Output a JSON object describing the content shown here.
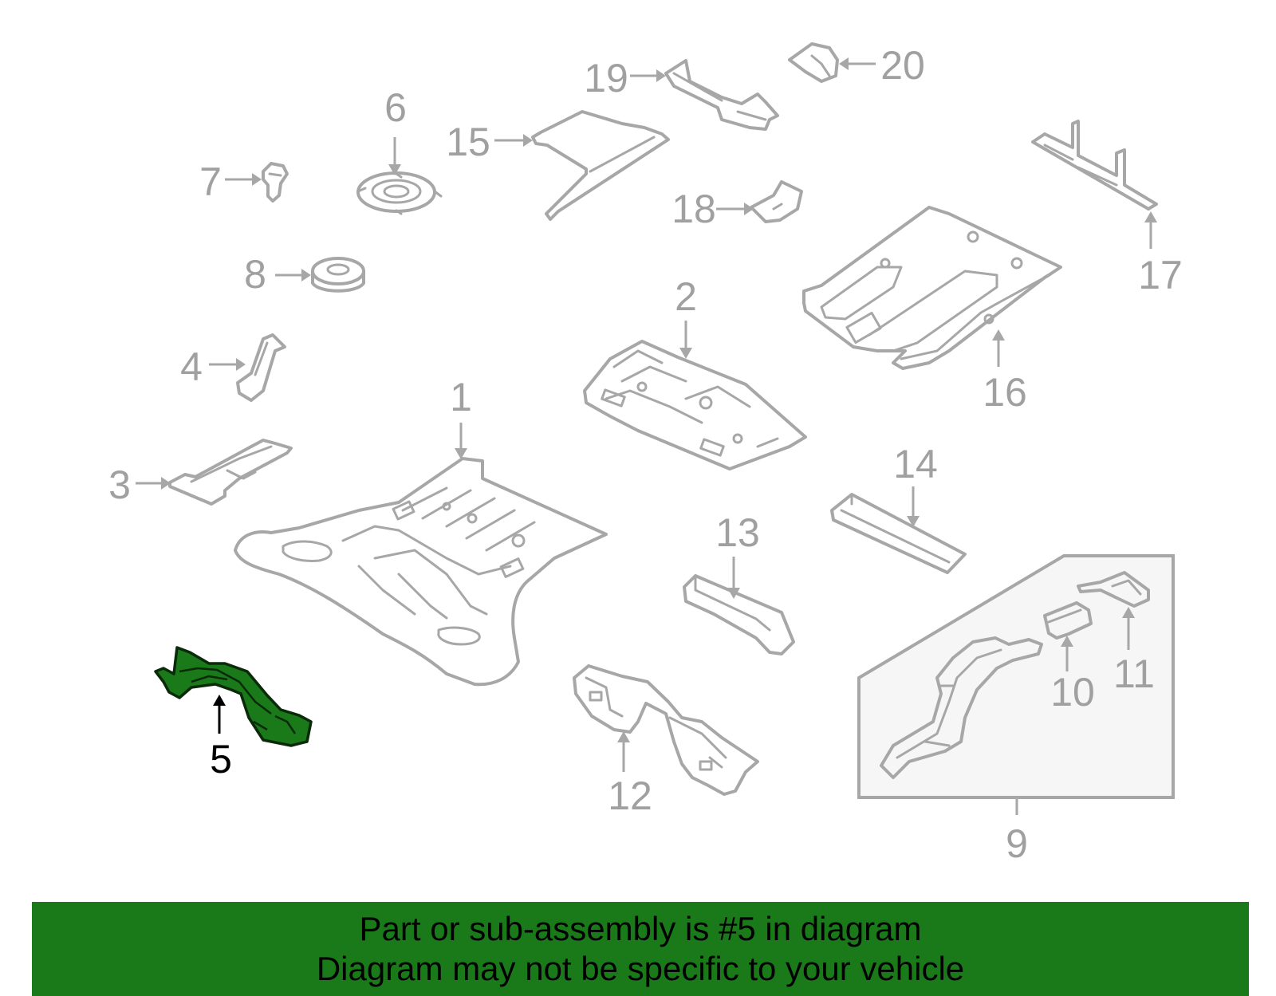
{
  "diagram": {
    "highlighted_callout": "5",
    "highlight_color": "#1a7a1a",
    "part_outline_color": "#a7a7a7",
    "callouts": {
      "c1": "1",
      "c2": "2",
      "c3": "3",
      "c4": "4",
      "c5": "5",
      "c6": "6",
      "c7": "7",
      "c8": "8",
      "c9": "9",
      "c10": "10",
      "c11": "11",
      "c12": "12",
      "c13": "13",
      "c14": "14",
      "c15": "15",
      "c16": "16",
      "c17": "17",
      "c18": "18",
      "c19": "19",
      "c20": "20"
    }
  },
  "banner": {
    "background": "#1a7a1a",
    "line1": "Part or sub-assembly is #5 in diagram",
    "line2": "Diagram may not be specific to your vehicle"
  }
}
